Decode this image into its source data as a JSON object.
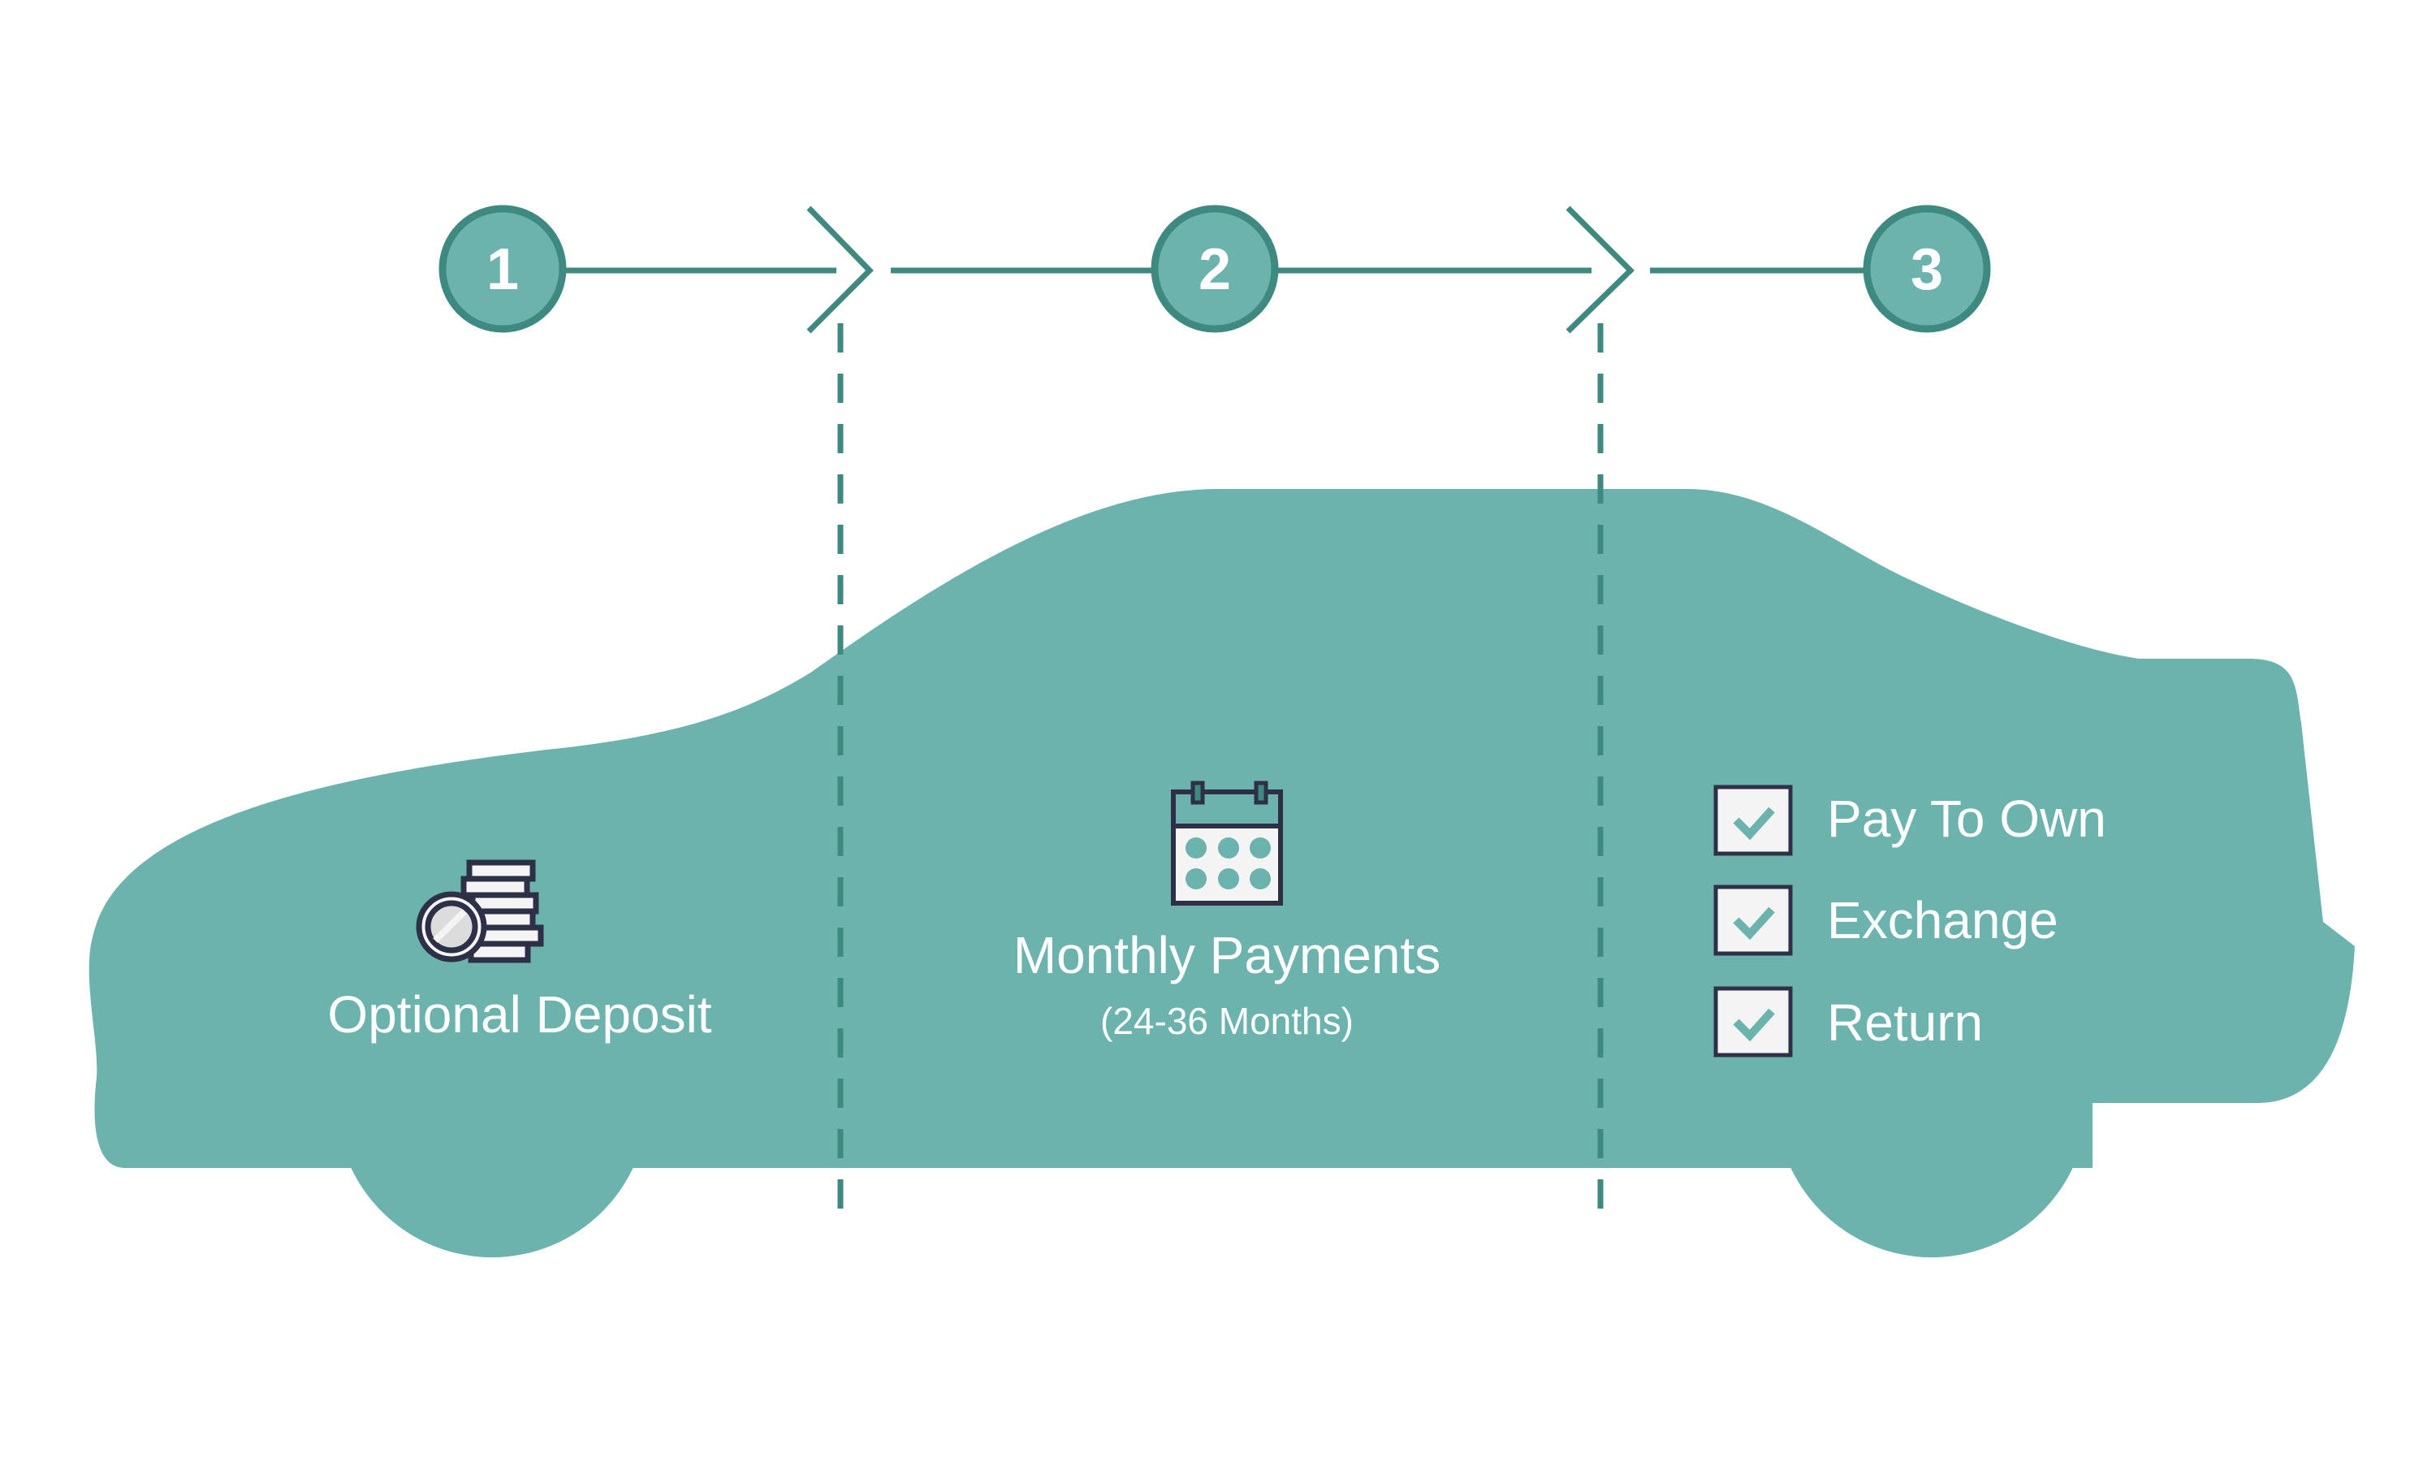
{
  "colors": {
    "car": "#6bb3ac",
    "accent": "#3f8a80",
    "outline": "#2d3047",
    "paper": "#f4f4f4"
  },
  "steps": [
    {
      "number": "1",
      "icon": "coins-icon",
      "label": "Optional Deposit"
    },
    {
      "number": "2",
      "icon": "calendar-icon",
      "label": "Monthly Payments",
      "sublabel": "(24-36 Months)"
    },
    {
      "number": "3",
      "icon": "checkbox-icon",
      "options": [
        "Pay To Own",
        "Exchange",
        "Return"
      ]
    }
  ]
}
